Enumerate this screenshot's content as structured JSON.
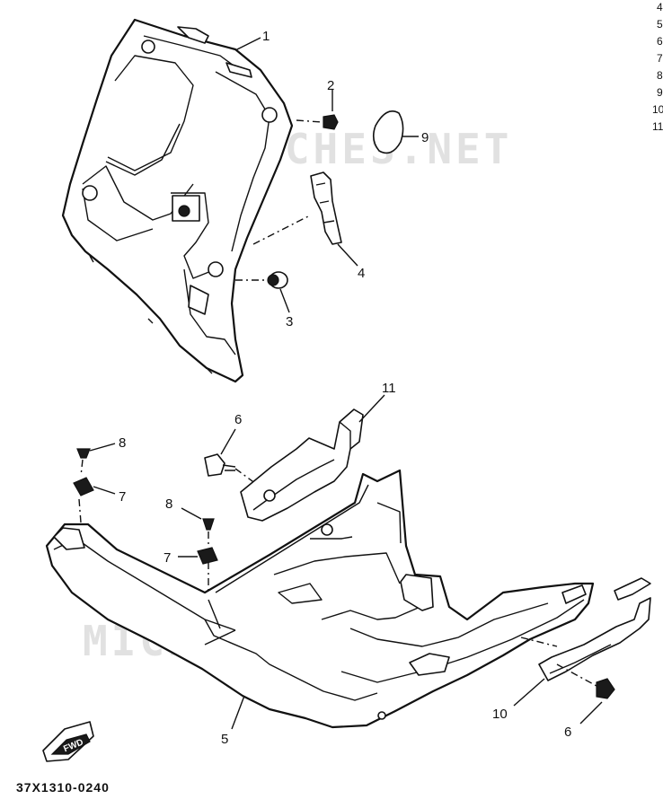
{
  "diagram": {
    "drawing_code": "37X1310-0240",
    "watermark_text": "MICROFICHES.NET",
    "front_marker_text": "FWD",
    "callouts": {
      "c1": "1",
      "c2": "2",
      "c3": "3",
      "c4": "4",
      "c5": "5",
      "c6a": "6",
      "c6b": "6",
      "c7a": "7",
      "c7b": "7",
      "c8a": "8",
      "c8b": "8",
      "c9": "9",
      "c10": "10",
      "c11": "11"
    },
    "edge_index": [
      "4",
      "5",
      "6",
      "7",
      "8",
      "9",
      "10",
      "11"
    ]
  }
}
